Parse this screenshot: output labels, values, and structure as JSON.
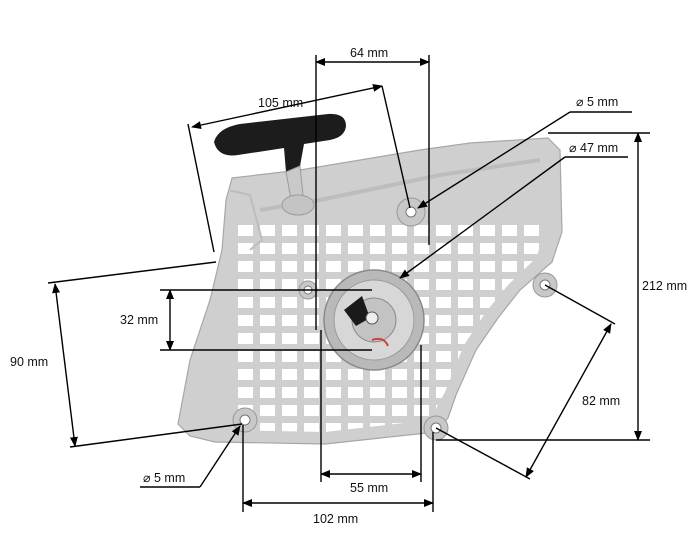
{
  "diagram": {
    "part": "rewind starter",
    "background": "#ffffff",
    "body_color": "#cfcfcf",
    "handle_color": "#1c1c1c",
    "dimensions": [
      {
        "id": "top_width",
        "label": "64 mm"
      },
      {
        "id": "handle_offset",
        "label": "105 mm"
      },
      {
        "id": "upper_hole",
        "label": "⌀ 5 mm"
      },
      {
        "id": "pulley",
        "label": "⌀ 47 mm"
      },
      {
        "id": "height_right",
        "label": "212 mm"
      },
      {
        "id": "left_height",
        "label": "90 mm"
      },
      {
        "id": "center_offset",
        "label": "32 mm"
      },
      {
        "id": "diag",
        "label": "82 mm"
      },
      {
        "id": "lower_hole",
        "label": "⌀ 5 mm"
      },
      {
        "id": "bottom_inner",
        "label": "55 mm"
      },
      {
        "id": "bottom_outer",
        "label": "102 mm"
      }
    ]
  }
}
